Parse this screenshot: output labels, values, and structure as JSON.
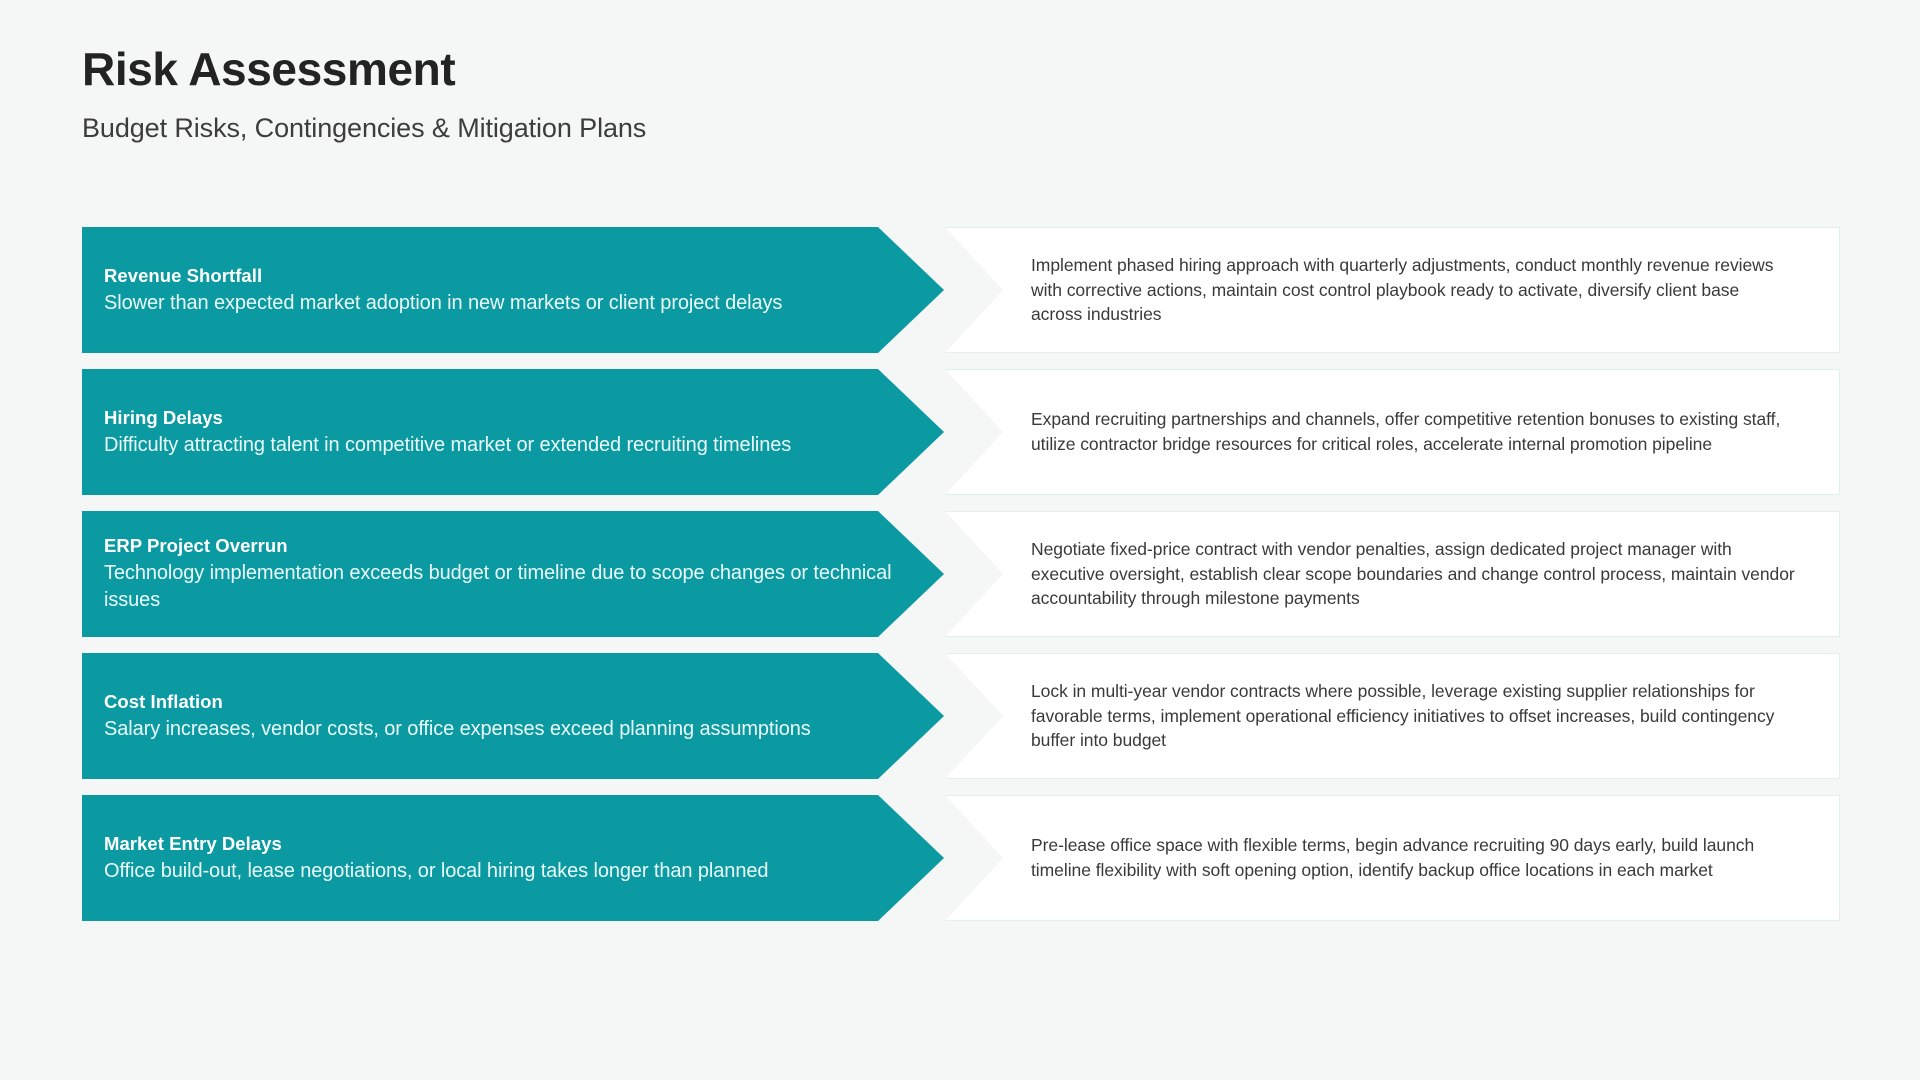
{
  "header": {
    "title": "Risk Assessment",
    "subtitle": "Budget Risks, Contingencies & Mitigation Plans"
  },
  "theme": {
    "background": "#f5f6f6",
    "accent_teal": "#0b9aa1",
    "card_background": "#ffffff",
    "card_border": "#e2efef",
    "title_color": "#232323",
    "body_text_color": "#3a3a3a"
  },
  "rows": [
    {
      "risk": "Revenue Shortfall",
      "description": "Slower than expected market adoption in new markets or client project delays",
      "mitigation": "Implement phased hiring approach with quarterly adjustments, conduct monthly revenue reviews with corrective actions, maintain cost control playbook ready to activate, diversify client base across industries"
    },
    {
      "risk": "Hiring Delays",
      "description": "Difficulty attracting talent in competitive market or extended recruiting timelines",
      "mitigation": "Expand recruiting partnerships and channels, offer competitive retention bonuses to existing staff, utilize contractor bridge resources for critical roles, accelerate internal promotion pipeline"
    },
    {
      "risk": "ERP Project Overrun",
      "description": "Technology implementation exceeds budget or timeline due to scope changes or technical issues",
      "mitigation": "Negotiate fixed-price contract with vendor penalties, assign dedicated project manager with executive oversight, establish clear scope boundaries and change control process, maintain vendor accountability through milestone payments"
    },
    {
      "risk": "Cost Inflation",
      "description": "Salary increases, vendor costs, or office expenses exceed planning assumptions",
      "mitigation": "Lock in multi-year vendor contracts where possible, leverage existing supplier relationships for favorable terms, implement operational efficiency initiatives to offset increases, build contingency buffer into budget"
    },
    {
      "risk": "Market Entry Delays",
      "description": "Office build-out, lease negotiations, or local hiring takes longer than planned",
      "mitigation": "Pre-lease office space with flexible terms, begin advance recruiting 90 days early, build launch timeline flexibility with soft opening option, identify backup office locations in each market"
    }
  ]
}
